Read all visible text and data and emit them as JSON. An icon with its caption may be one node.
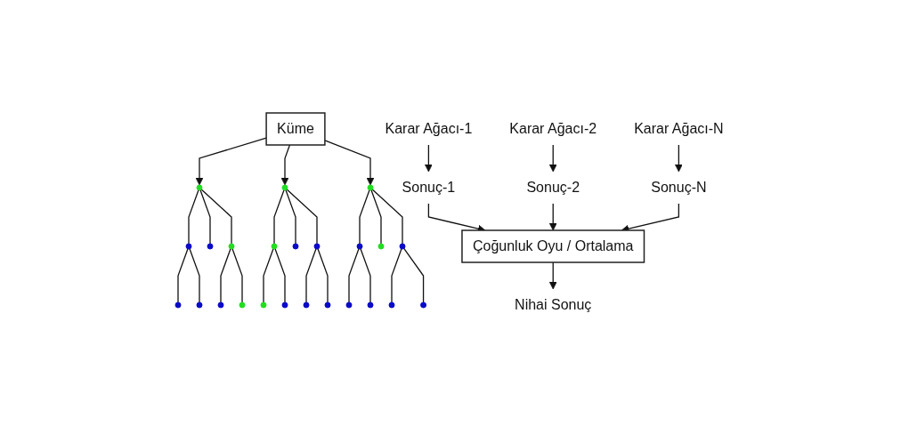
{
  "diagram": {
    "nodes": [
      {
        "text": [
          "Küme"
        ]
      },
      {
        "text": [],
        "shape": "circle"
      },
      {
        "text": [],
        "shape": "circle"
      },
      {
        "text": [],
        "shape": "circle"
      },
      {
        "text": [],
        "shape": "circle"
      },
      {
        "text": [],
        "shape": "circle"
      },
      {
        "text": [],
        "shape": "circle"
      },
      {
        "text": [],
        "shape": "circle"
      },
      {
        "text": [],
        "shape": "circle"
      },
      {
        "text": [],
        "shape": "circle"
      },
      {
        "text": [],
        "shape": "circle"
      },
      {
        "text": [],
        "shape": "circle"
      },
      {
        "text": [],
        "shape": "circle"
      },
      {
        "text": [],
        "shape": "circle"
      },
      {
        "text": [],
        "shape": "circle"
      },
      {
        "text": [],
        "shape": "circle"
      },
      {
        "text": [],
        "shape": "circle"
      },
      {
        "text": [],
        "shape": "circle"
      },
      {
        "text": [],
        "shape": "circle"
      },
      {
        "text": [],
        "shape": "circle"
      },
      {
        "text": [],
        "shape": "circle"
      },
      {
        "text": [],
        "shape": "circle"
      },
      {
        "text": [],
        "shape": "circle"
      },
      {
        "text": [],
        "shape": "circle"
      },
      {
        "text": [],
        "shape": "circle"
      },
      {
        "text": [
          "Karar Ağacı-1"
        ]
      },
      {
        "text": [
          "Karar Ağacı-2"
        ]
      },
      {
        "text": [
          "Karar Ağacı-N"
        ]
      },
      {
        "text": [
          "Sonuç-1"
        ]
      },
      {
        "text": [
          "Sonuç-2"
        ]
      },
      {
        "text": [
          "Sonuç-N"
        ]
      },
      {
        "text": [
          "Çoğunluk Oyu / Ortalama"
        ]
      },
      {
        "text": [
          "Nihai Sonuç"
        ]
      }
    ],
    "edges": [
      {
        "from": 0,
        "to": 1,
        "arrow": "to"
      },
      {
        "from": 0,
        "to": 2,
        "arrow": "to"
      },
      {
        "from": 0,
        "to": 3,
        "arrow": "to"
      },
      {
        "from": 1,
        "to": 4,
        "arrow": "none"
      },
      {
        "from": 1,
        "to": 5,
        "arrow": "none"
      },
      {
        "from": 1,
        "to": 6,
        "arrow": "none"
      },
      {
        "from": 4,
        "to": 13,
        "arrow": "none"
      },
      {
        "from": 4,
        "to": 14,
        "arrow": "none"
      },
      {
        "from": 6,
        "to": 15,
        "arrow": "none"
      },
      {
        "from": 6,
        "to": 16,
        "arrow": "none"
      },
      {
        "from": 2,
        "to": 7,
        "arrow": "none"
      },
      {
        "from": 2,
        "to": 8,
        "arrow": "none"
      },
      {
        "from": 2,
        "to": 9,
        "arrow": "none"
      },
      {
        "from": 7,
        "to": 17,
        "arrow": "none"
      },
      {
        "from": 7,
        "to": 18,
        "arrow": "none"
      },
      {
        "from": 9,
        "to": 19,
        "arrow": "none"
      },
      {
        "from": 9,
        "to": 20,
        "arrow": "none"
      },
      {
        "from": 3,
        "to": 10,
        "arrow": "none"
      },
      {
        "from": 3,
        "to": 11,
        "arrow": "none"
      },
      {
        "from": 3,
        "to": 12,
        "arrow": "none"
      },
      {
        "from": 10,
        "to": 21,
        "arrow": "none"
      },
      {
        "from": 10,
        "to": 22,
        "arrow": "none"
      },
      {
        "from": 12,
        "to": 23,
        "arrow": "none"
      },
      {
        "from": 12,
        "to": 24,
        "arrow": "none"
      },
      {
        "from": 25,
        "to": 28,
        "arrow": "to"
      },
      {
        "from": 26,
        "to": 29,
        "arrow": "to"
      },
      {
        "from": 27,
        "to": 30,
        "arrow": "to"
      },
      {
        "from": 28,
        "to": 31,
        "arrow": "to"
      },
      {
        "from": 29,
        "to": 31,
        "arrow": "to"
      },
      {
        "from": 30,
        "to": 31,
        "arrow": "to"
      },
      {
        "from": 31,
        "to": 32,
        "arrow": "to"
      }
    ]
  }
}
